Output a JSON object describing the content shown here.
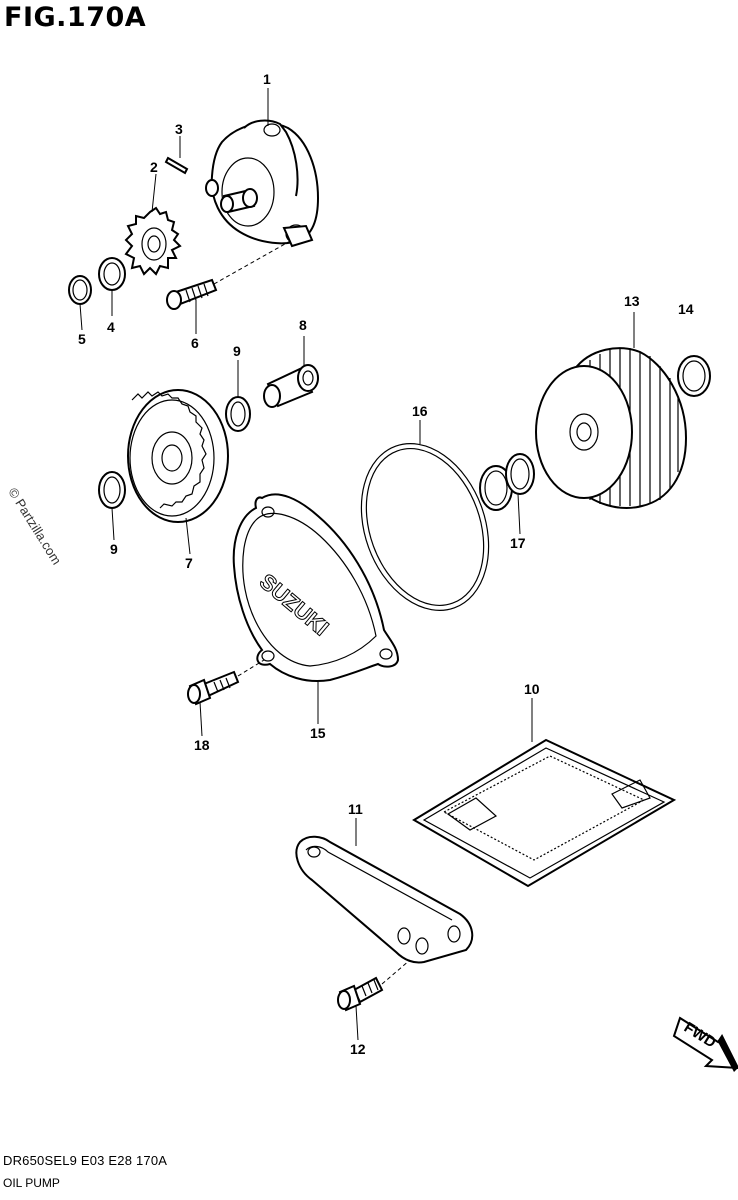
{
  "figure": {
    "title": "FIG.170A",
    "footer_code": "DR650SEL9  E03  E28  170A",
    "footer_name": "OIL PUMP",
    "watermark": "© Partzilla.com",
    "cover_logo": "SUZUKI",
    "fwd_label": "FWD"
  },
  "callouts": [
    {
      "num": "1",
      "part": "oil-pump-body"
    },
    {
      "num": "2",
      "part": "pump-gear"
    },
    {
      "num": "3",
      "part": "pin"
    },
    {
      "num": "4",
      "part": "washer"
    },
    {
      "num": "5",
      "part": "circlip"
    },
    {
      "num": "6",
      "part": "pump-screw"
    },
    {
      "num": "7",
      "part": "driven-gear"
    },
    {
      "num": "8",
      "part": "bush"
    },
    {
      "num": "9",
      "part": "circlip"
    },
    {
      "num": "9",
      "part": "circlip-lower"
    },
    {
      "num": "10",
      "part": "oil-strainer"
    },
    {
      "num": "11",
      "part": "strainer-plate"
    },
    {
      "num": "12",
      "part": "plate-bolt"
    },
    {
      "num": "13",
      "part": "oil-filter"
    },
    {
      "num": "14",
      "part": "o-ring"
    },
    {
      "num": "15",
      "part": "cover"
    },
    {
      "num": "16",
      "part": "cover-gasket"
    },
    {
      "num": "17",
      "part": "o-rings"
    },
    {
      "num": "18",
      "part": "cover-bolt"
    }
  ]
}
